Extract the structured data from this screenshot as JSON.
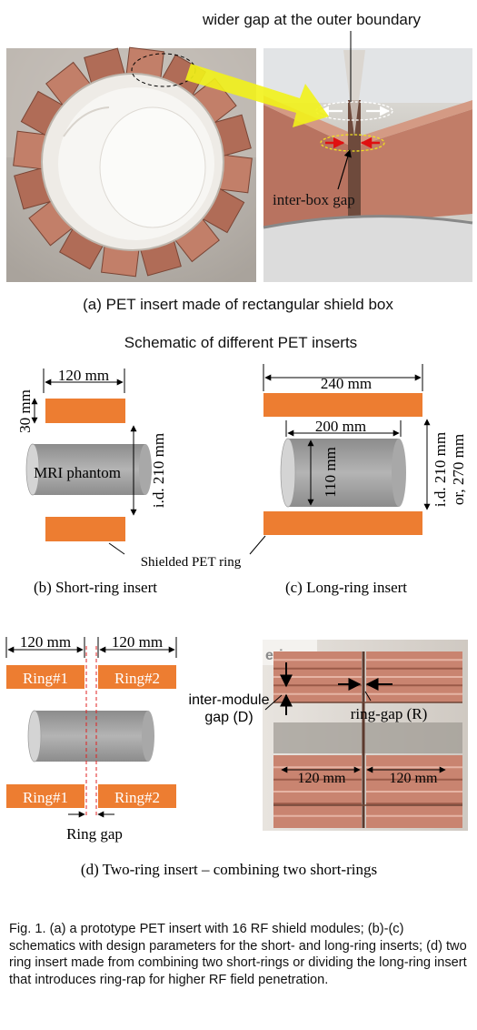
{
  "panel_a": {
    "annotation_top": "wider gap at the outer boundary",
    "annotation_gap": "inter-box gap",
    "caption": "(a) PET insert made of rectangular shield box"
  },
  "schematic_title": "Schematic of different PET inserts",
  "panel_b": {
    "width_label": "120 mm",
    "thickness_label": "30 mm",
    "phantom_label": "MRI phantom",
    "id_label": "i.d. 210 mm",
    "caption": "(b) Short-ring insert"
  },
  "panel_c": {
    "width_label": "240 mm",
    "phantom_length_label": "200 mm",
    "phantom_diameter_label": "110 mm",
    "id_label_1": "i.d. 210 mm",
    "id_label_2": "or, 270 mm",
    "caption": "(c) Long-ring insert"
  },
  "shared_label": "Shielded PET ring",
  "panel_d": {
    "width_label_1": "120 mm",
    "width_label_2": "120 mm",
    "ring1_top": "Ring#1",
    "ring2_top": "Ring#2",
    "ring1_bottom": "Ring#1",
    "ring2_bottom": "Ring#2",
    "ring_gap_label": "Ring gap",
    "photo_module_gap_1": "inter-module",
    "photo_module_gap_2": "gap (D)",
    "photo_ring_gap": "ring-gap (R)",
    "photo_width_1": "120 mm",
    "photo_width_2": "120 mm",
    "caption": "(d) Two-ring insert – combining two short-rings"
  },
  "figure_caption": "Fig. 1. (a) a prototype PET insert with 16 RF shield modules; (b)-(c) schematics with design parameters for the short- and long-ring inserts; (d) two ring insert made from combining two short-rings or dividing the long-ring insert that introduces ring-rap for higher RF field penetration.",
  "colors": {
    "ring_orange": "#ed7d31",
    "phantom_gray": "#a6a6a6",
    "copper": "#b87561",
    "arrow_yellow": "#f2f21a"
  }
}
